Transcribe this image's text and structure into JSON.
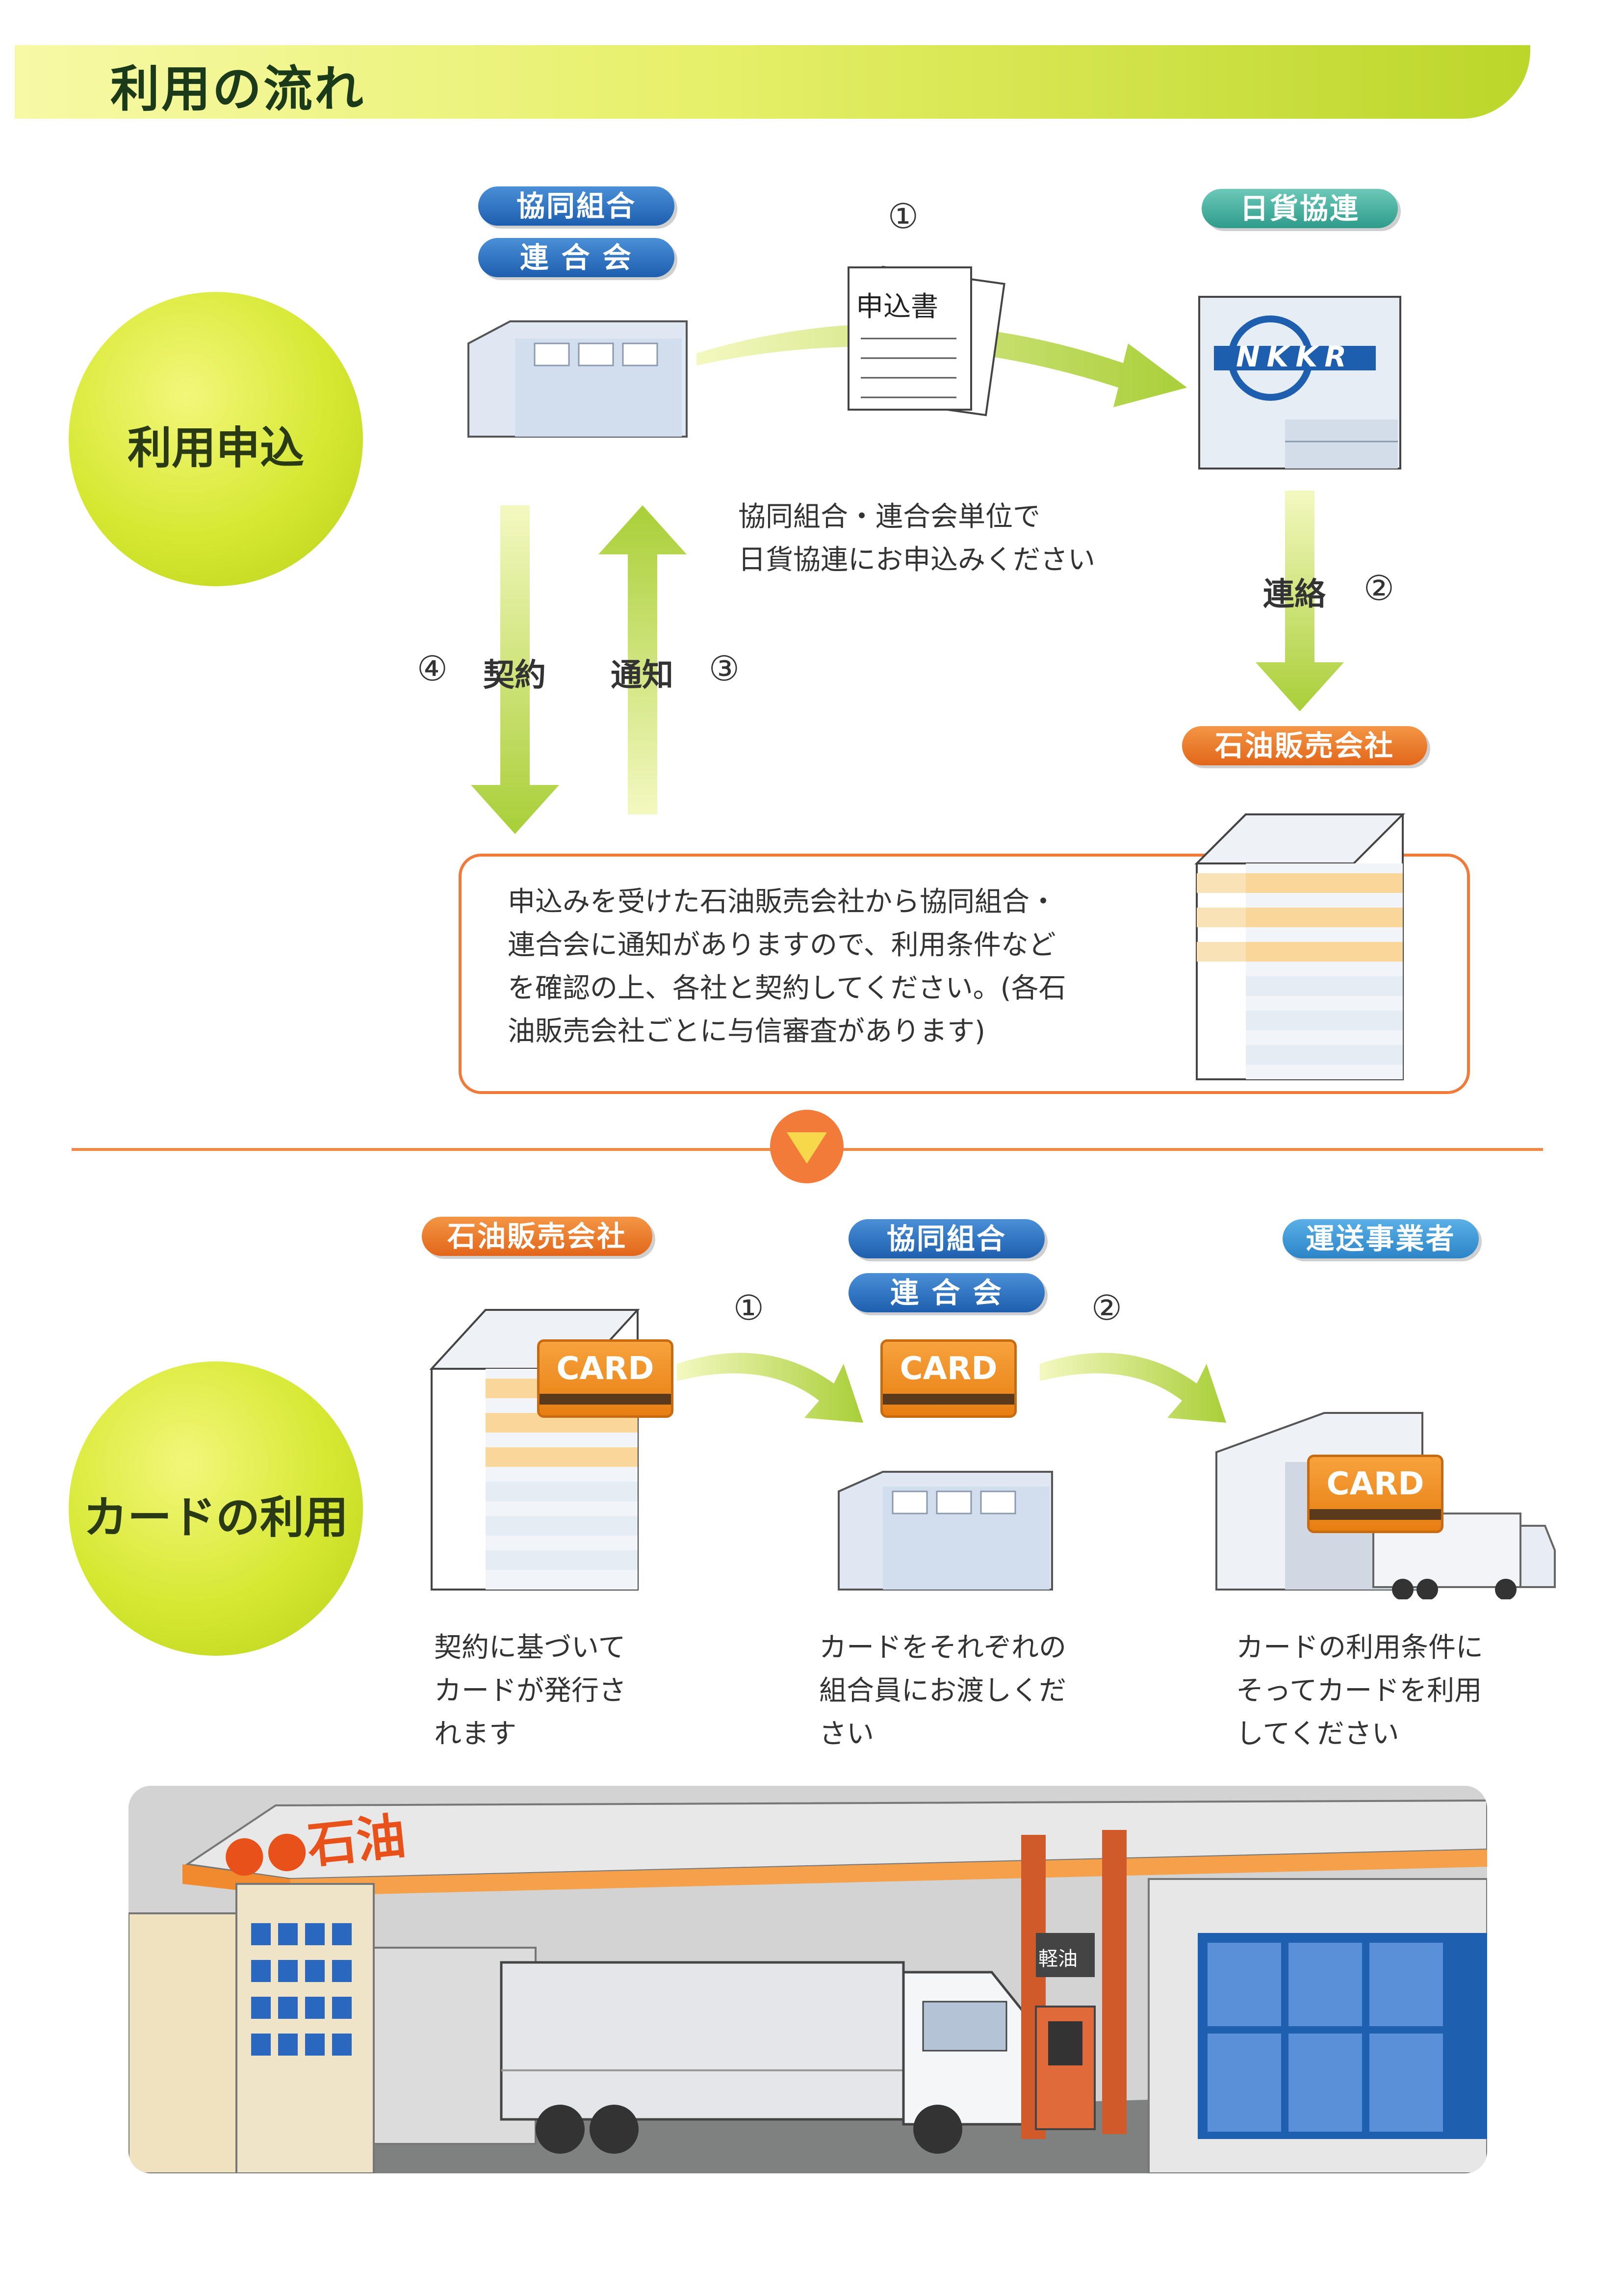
{
  "header": {
    "title": "利用の流れ"
  },
  "section1": {
    "label": "利用申込",
    "coop_labels": [
      "協同組合",
      "連 合 会"
    ],
    "nikka_label": "日貨協連",
    "nikka_logo": "NKKR",
    "form_label": "申込書",
    "step1": "①",
    "step2": "②",
    "step3": "③",
    "step4": "④",
    "note": "協同組合・連合会単位で\n日貨協連にお申込みください",
    "contact_label": "連絡",
    "notify_label": "通知",
    "contract_label": "契約",
    "oil_label": "石油販売会社",
    "info_text": "申込みを受けた石油販売会社から協同組合・\n連合会に通知がありますので、利用条件など\nを確認の上、各社と契約してください。(各石\n油販売会社ごとに与信審査があります)"
  },
  "section2": {
    "label": "カードの利用",
    "oil_label": "石油販売会社",
    "coop_labels": [
      "協同組合",
      "連 合 会"
    ],
    "transport_label": "運送事業者",
    "step1": "①",
    "step2": "②",
    "card_label": "CARD",
    "text_oil": "契約に基づいて\nカードが発行さ\nれます",
    "text_coop": "カードをそれぞれの\n組合員にお渡しくだ\nさい",
    "text_transport": "カードの利用条件に\nそってカードを利用\nしてください"
  },
  "station": {
    "sign": "●●石油",
    "pump_label": "軽油"
  },
  "colors": {
    "green": "#c6dc2a",
    "orange": "#ef7a3a",
    "blue": "#2b6cc0",
    "teal": "#3aa898"
  }
}
